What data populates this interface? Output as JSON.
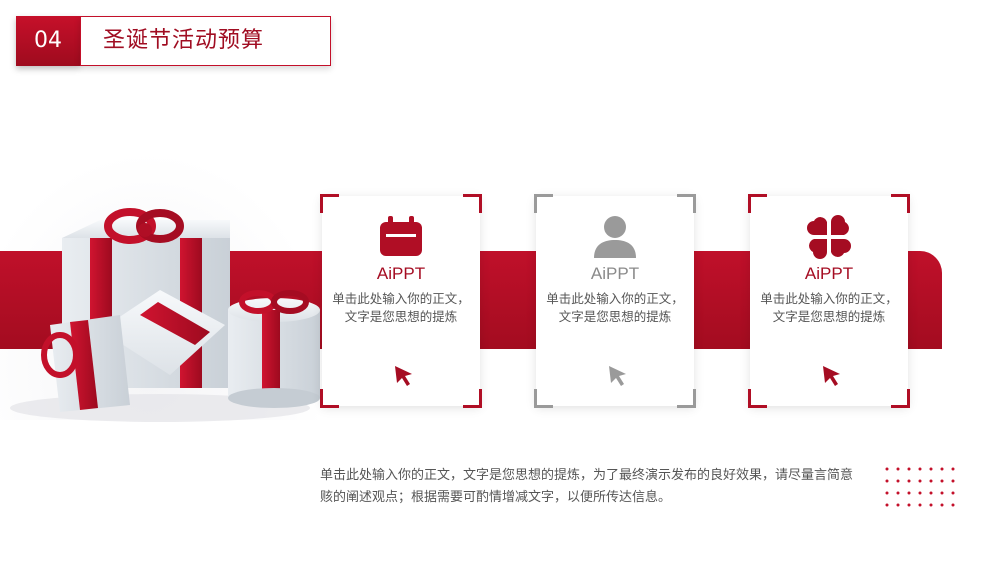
{
  "header": {
    "number": "04",
    "title": "圣诞节活动预算"
  },
  "colors": {
    "accent": "#b00e25",
    "gray": "#9a9a9a",
    "text": "#555555"
  },
  "cards": [
    {
      "icon": "calendar-icon",
      "title": "AiPPT",
      "body": "单击此处输入你的正文，文字是您思想的提炼",
      "cursor": "cursor-icon",
      "style": "red"
    },
    {
      "icon": "user-icon",
      "title": "AiPPT",
      "body": "单击此处输入你的正文，文字是您思想的提炼",
      "cursor": "cursor-icon",
      "style": "gray"
    },
    {
      "icon": "clover-icon",
      "title": "AiPPT",
      "body": "单击此处输入你的正文，文字是您思想的提炼",
      "cursor": "cursor-icon",
      "style": "red"
    }
  ],
  "paragraph": "单击此处输入你的正文，文字是您思想的提炼，为了最终演示发布的良好效果，请尽量言简意赅的阐述观点；根据需要可酌情增减文字，以便所传达信息。"
}
